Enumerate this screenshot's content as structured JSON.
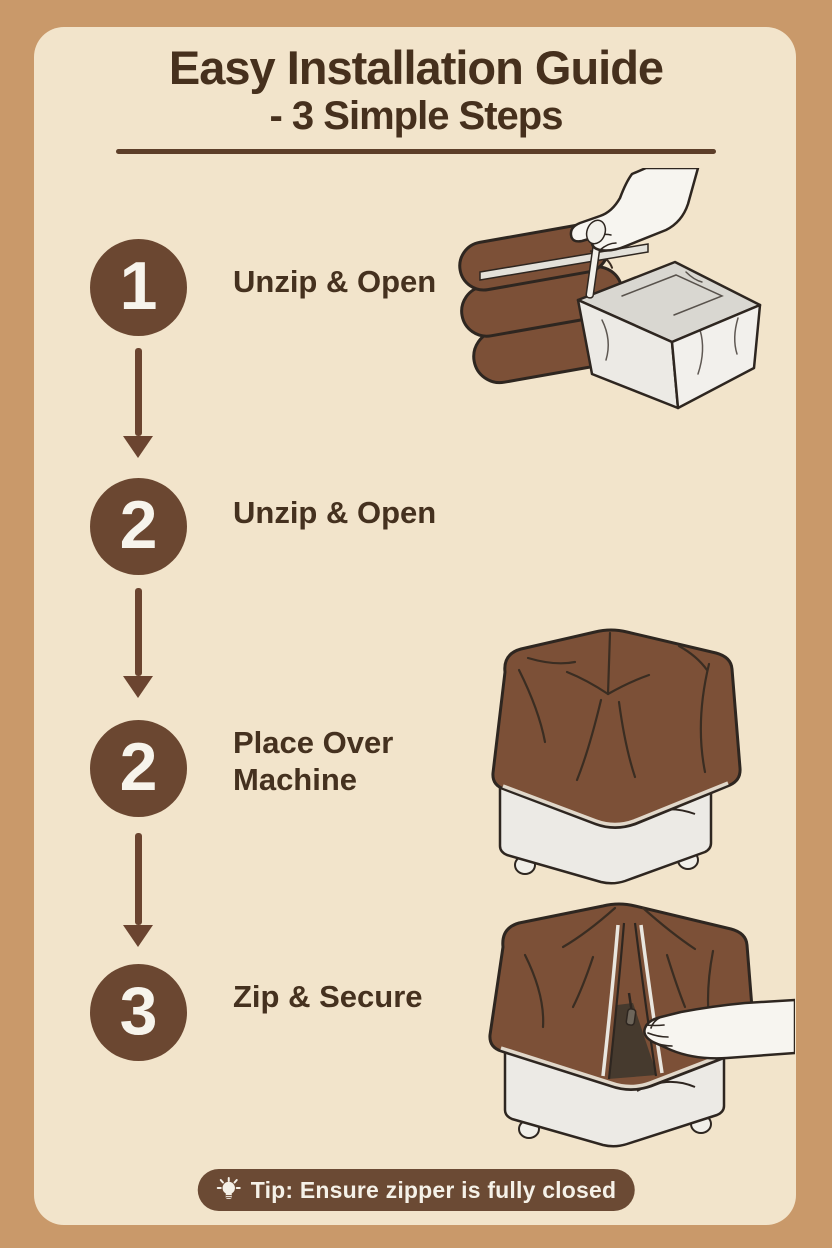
{
  "colors": {
    "background": "#c9996a",
    "card": "#f2e4cb",
    "accent_brown": "#6b4731",
    "title_text": "#46301d",
    "label_text": "#45311f",
    "pill_background": "#6b4a34",
    "pill_text": "#f5f1e8",
    "cover_brown": "#7c5037",
    "fabric_white": "#eceae5",
    "outline": "#2e2620"
  },
  "header": {
    "title_line1": "Easy Installation Guide",
    "title_line2": "- 3 Simple Steps"
  },
  "steps": [
    {
      "number": "1",
      "label": "Unzip & Open"
    },
    {
      "number": "2",
      "label": "Unzip & Open"
    },
    {
      "number": "2",
      "label": "Place Over Machine"
    },
    {
      "number": "3",
      "label": "Zip & Secure"
    }
  ],
  "illustrations": [
    {
      "name": "unzip-open-illustration"
    },
    {
      "name": "place-over-machine-illustration"
    },
    {
      "name": "zip-secure-illustration"
    }
  ],
  "tip": {
    "icon": "lightbulb-icon",
    "text": "Tip: Ensure zipper is fully closed"
  }
}
